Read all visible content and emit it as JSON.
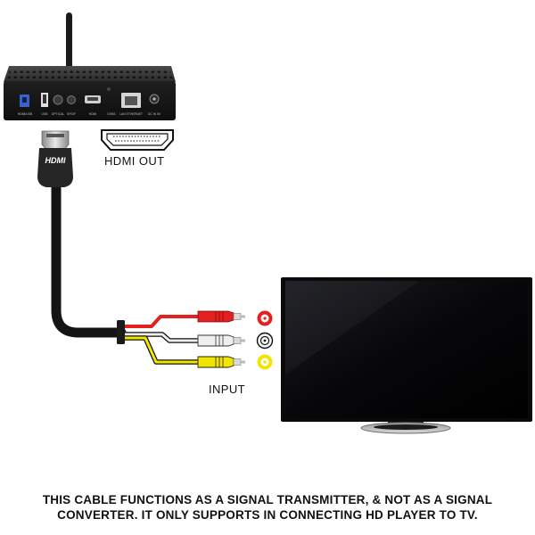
{
  "labels": {
    "hdmi_out": "HDMI OUT",
    "input": "INPUT",
    "plug_brand": "HDMI"
  },
  "router_port_labels": [
    "HDMI/USB",
    "USB",
    "OPTICAL",
    "SPDIF",
    "HDMI",
    "DVBS",
    "LAN ETHERNET",
    "DC IN 5V"
  ],
  "caption": {
    "line1": "THIS CABLE FUNCTIONS AS A SIGNAL TRANSMITTER, & NOT AS A SIGNAL",
    "line2": "CONVERTER. IT ONLY SUPPORTS IN CONNECTING HD PLAYER TO TV."
  },
  "colors": {
    "red_cable": "#e41f1f",
    "white_cable": "#e8e8e8",
    "yellow_cable": "#f2e600",
    "cable_black": "#141414",
    "device_body": "#2a2a2a"
  },
  "icons": [
    "hdmi-port-icon",
    "rca-red-jack-icon",
    "rca-white-jack-icon",
    "rca-yellow-jack-icon"
  ]
}
